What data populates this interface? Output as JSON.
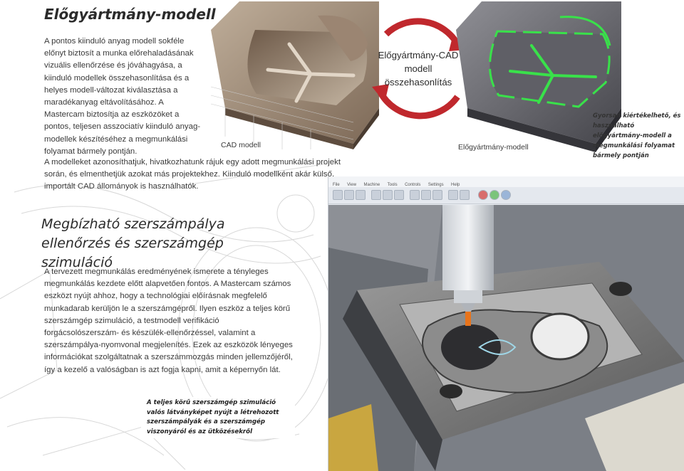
{
  "section1": {
    "title": "Előgyártmány-modell",
    "intro": "A pontos kiinduló anyag modell sokféle előnyt biztosít a munka előrehaladásának vizuális ellenőrzése és jóváhagyása, a kiinduló modellek összehasonlítása és a helyes modell-változat kiválasztása a maradékanyag eltávolításához. A Mastercam biztosítja az eszközöket a pontos, teljesen asszociatív kiinduló anyag-modellek készítéséhez a megmunkálási folyamat bármely pontján.",
    "second": "A modelleket azonosíthatjuk, hivatkozhatunk rájuk egy adott megmunkálási projekt során, és elmenthetjük azokat más projektekhez.   Kiinduló modellként akár külső, importált CAD állományok is használhatók."
  },
  "figures": {
    "cad_label": "CAD modell",
    "cycle_label": "Előgyártmány-CAD modell összehasonlítás",
    "pre_label": "Előgyártmány-modell",
    "side_caption": "Gyorsan kiértékelhető, és használható előgyártmány-modell a megmunkálási folyamat bármely pontján"
  },
  "section2": {
    "title": "Megbízható szerszámpálya ellenőrzés és szerszámgép szimuláció",
    "body": "A tervezett megmunkálás eredményének ismerete a tényleges megmunkálás kezdete előtt alapvetően fontos. A Mastercam számos eszközt nyújt ahhoz, hogy a technológiai előírásnak megfelelő munkadarab kerüljön le a szerszámgépről. Ilyen eszköz a teljes körű szerszámgép szimuláció, a testmodell verifikáció forgácsolószerszám- és készülék-ellenőrzéssel, valamint a szerszámpálya-nyomvonal megjelenítés. Ezek az eszközök lényeges információkat szolgáltatnak a szerszámmozgás minden jellemzőjéről, így a kezelő a valóságban is azt fogja kapni, amit a képernyőn lát.",
    "caption": "A teljes körű szerszámgép szimuláció valós látványképet nyújt a létrehozott szerszámpályák és a szerszámgép viszonyáról és az ütközésekről"
  },
  "sim_window": {
    "menu": [
      "File",
      "View",
      "Machine",
      "Tools",
      "Controls",
      "Settings",
      "Help"
    ]
  },
  "colors": {
    "accent_red": "#c0282d",
    "heading": "#2b2b2b",
    "model_bronze": "#8a7460",
    "highlight_green": "#39e14a"
  },
  "icons": {
    "cycle": "circular-arrows-icon"
  }
}
